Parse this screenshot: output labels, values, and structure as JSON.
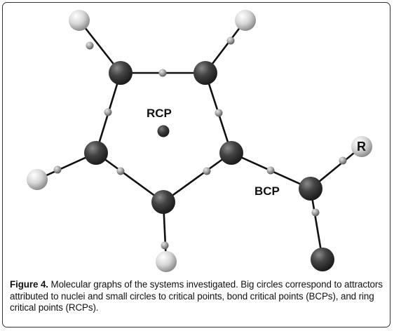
{
  "figure": {
    "labels": {
      "rcp": "RCP",
      "bcp": "BCP",
      "substituent": "R"
    },
    "caption": {
      "label": "Figure 4.",
      "text": " Molecular graphs of the systems investigated. Big circles correspond to attractors attributed to nuclei and small circles to critical points, bond critical points (BCPs), and ring critical points (RCPs)."
    }
  },
  "colors": {
    "heavy_atom": "#3a3a3a",
    "hydrogen_atom": "#d8d8d8",
    "critical_point": "#9a9a9a",
    "bond_path": "#111111",
    "frame_border": "#333333"
  }
}
